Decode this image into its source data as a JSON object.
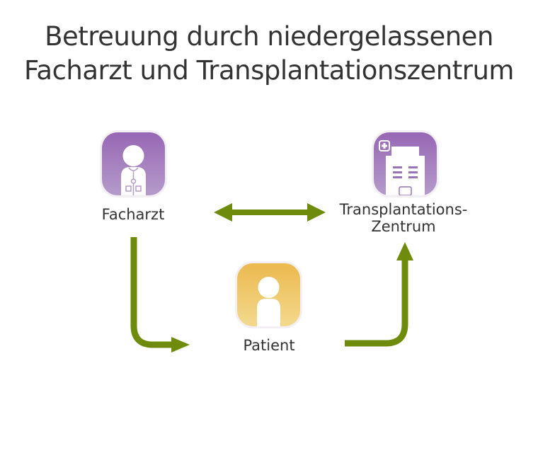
{
  "title": {
    "line1": "Betreuung durch niedergelassenen",
    "line2": "Facharzt und Transplantationszentrum"
  },
  "nodes": {
    "facharzt": {
      "label": "Facharzt",
      "icon": "doctor-icon",
      "color": "#9a72b6"
    },
    "zentrum": {
      "label_line1": "Transplantations-",
      "label_line2": "Zentrum",
      "icon": "hospital-icon",
      "color": "#9a72b6"
    },
    "patient": {
      "label": "Patient",
      "icon": "person-icon",
      "color": "#eebf5a"
    }
  },
  "arrows": {
    "color": "#6e8b0b",
    "items": [
      {
        "from": "Facharzt",
        "to": "Transplantations-Zentrum",
        "type": "bidirectional"
      },
      {
        "from": "Facharzt",
        "to": "Patient",
        "type": "directional"
      },
      {
        "from": "Patient",
        "to": "Transplantations-Zentrum",
        "type": "directional"
      }
    ]
  }
}
